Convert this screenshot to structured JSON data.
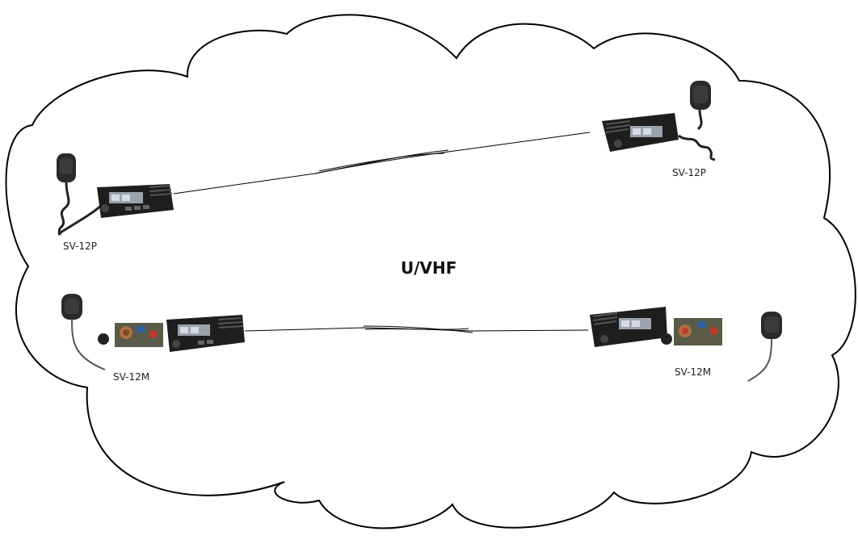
{
  "cloud_label": "U/VHF",
  "nodes": [
    {
      "id": "top-left",
      "label": "SV-12P",
      "type": "radio-with-mic"
    },
    {
      "id": "top-right",
      "label": "SV-12P",
      "type": "radio-with-mic"
    },
    {
      "id": "bottom-left",
      "label": "SV-12M",
      "type": "radio-with-manpack-mic"
    },
    {
      "id": "bottom-right",
      "label": "SV-12M",
      "type": "radio-with-manpack-mic"
    }
  ],
  "links": [
    {
      "from": "top-left",
      "to": "top-right",
      "style": "radio-link"
    },
    {
      "from": "bottom-left",
      "to": "bottom-right",
      "style": "radio-link"
    }
  ],
  "colors": {
    "cloud_stroke": "#000000",
    "device_body": "#1e1e1e",
    "lcd": "#9aa3ad",
    "knob_red": "#c0392b",
    "panel": "#5b5a48"
  }
}
